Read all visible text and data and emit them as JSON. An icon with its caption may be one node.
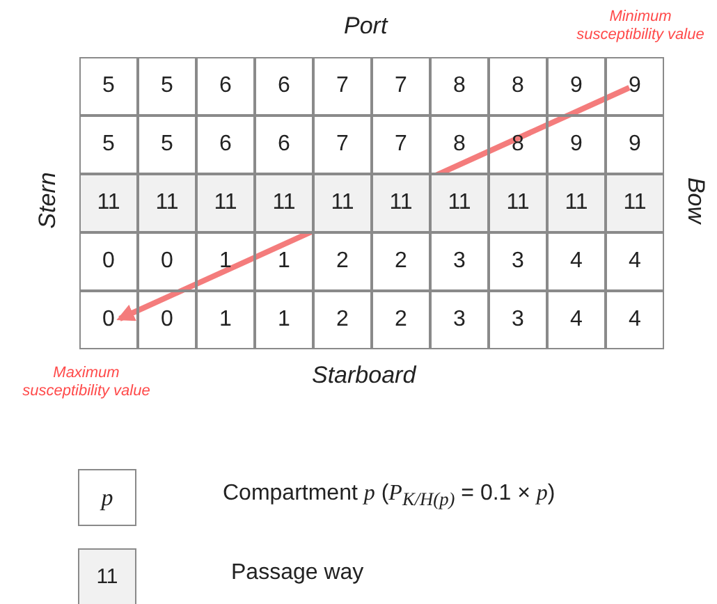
{
  "diagram": {
    "nodes": [
      {
        "text": [
          "*p*"
        ]
      },
      {
        "text": [
          "11"
        ]
      }
    ],
    "labels": [
      "Port",
      "Minimum susceptibility value",
      "5",
      "5",
      "6",
      "6",
      "7",
      "7",
      "8",
      "8",
      "9",
      "9",
      "5",
      "5",
      "6",
      "6",
      "7",
      "7",
      "8",
      "8",
      "9",
      "9",
      "11",
      "11",
      "11",
      "11",
      "11",
      "11",
      "11",
      "11",
      "11",
      "11",
      "0",
      "0",
      "1",
      "1",
      "2",
      "2",
      "3",
      "3",
      "4",
      "4",
      "0",
      "0",
      "1",
      "1",
      "2",
      "2",
      "3",
      "3",
      "4",
      "4",
      "Stern",
      "Bow",
      "Starboard",
      "Maximum susceptibility value",
      "Compartment *p* (*P*$_{K/H(p)}$ = 0.1 × *p*)",
      "Passage way"
    ]
  }
}
